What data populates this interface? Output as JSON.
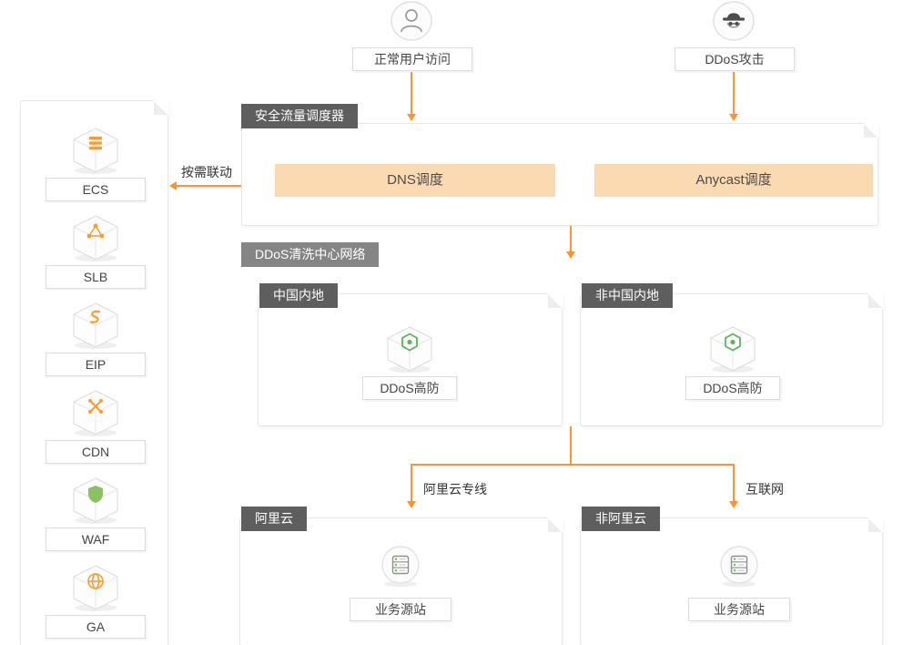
{
  "colors": {
    "accent": "#ff9333",
    "bar_bg": "#fbd9b1",
    "tag_bg": "#5e5e5e",
    "tag_light_bg": "#858585"
  },
  "sources": {
    "user": {
      "label": "正常用户访问",
      "icon": "user-icon"
    },
    "attacker": {
      "label": "DDoS攻击",
      "icon": "hacker-icon"
    }
  },
  "left_panel": {
    "linkage_label": "按需联动",
    "items": [
      {
        "label": "ECS",
        "icon": "ecs-cube-icon"
      },
      {
        "label": "SLB",
        "icon": "slb-cube-icon"
      },
      {
        "label": "EIP",
        "icon": "eip-cube-icon"
      },
      {
        "label": "CDN",
        "icon": "cdn-cube-icon"
      },
      {
        "label": "WAF",
        "icon": "waf-cube-icon"
      },
      {
        "label": "GA",
        "icon": "ga-cube-icon"
      }
    ]
  },
  "scheduler": {
    "title": "安全流量调度器",
    "dns_label": "DNS调度",
    "anycast_label": "Anycast调度"
  },
  "scrubbing": {
    "title": "DDoS清洗中心网络",
    "regions": [
      {
        "tag": "中国内地",
        "node_label": "DDoS高防",
        "icon": "antiddos-cube-icon"
      },
      {
        "tag": "非中国内地",
        "node_label": "DDoS高防",
        "icon": "antiddos-cube-icon"
      }
    ]
  },
  "links": {
    "dedicated_line": "阿里云专线",
    "internet": "互联网"
  },
  "origins": [
    {
      "tag": "阿里云",
      "node_label": "业务源站",
      "icon": "origin-server-icon"
    },
    {
      "tag": "非阿里云",
      "node_label": "业务源站",
      "icon": "origin-server-icon"
    }
  ]
}
